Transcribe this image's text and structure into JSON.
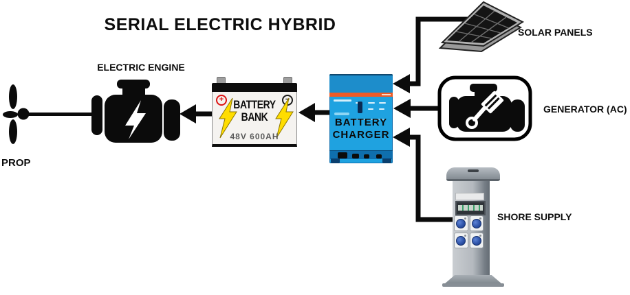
{
  "title": "SERIAL ELECTRIC HYBRID",
  "nodes": {
    "prop": {
      "label": "PROP"
    },
    "electric_engine": {
      "label": "ELECTRIC ENGINE"
    },
    "battery_bank": {
      "line1": "BATTERY",
      "line2": "BANK",
      "spec": "48V 600AH",
      "positive_terminal": "+",
      "negative_terminal": "−"
    },
    "battery_charger": {
      "line1": "BATTERY",
      "line2": "CHARGER"
    },
    "solar_panels": {
      "label": "SOLAR PANELS"
    },
    "generator": {
      "label": "GENERATOR (AC)"
    },
    "shore_supply": {
      "label": "SHORE SUPPLY"
    }
  },
  "connections": [
    {
      "from": "solar_panels",
      "to": "battery_charger",
      "type": "arrow"
    },
    {
      "from": "generator",
      "to": "battery_charger",
      "type": "arrow"
    },
    {
      "from": "shore_supply",
      "to": "battery_charger",
      "type": "arrow"
    },
    {
      "from": "battery_charger",
      "to": "battery_bank",
      "type": "arrow"
    },
    {
      "from": "battery_bank",
      "to": "electric_engine",
      "type": "arrow"
    },
    {
      "from": "electric_engine",
      "to": "prop",
      "type": "shaft"
    }
  ],
  "colors": {
    "arrow_black": "#0b0b0b",
    "charger_blue": "#1fa2e0",
    "charger_stripe_orange": "#ee5b26",
    "battery_body": "#f5f3f0",
    "bolt_yellow": "#ffdd00",
    "positive_red": "#dd1212",
    "socket_blue": "#2b50a5",
    "pedestal_gray": "#b4b9be"
  }
}
